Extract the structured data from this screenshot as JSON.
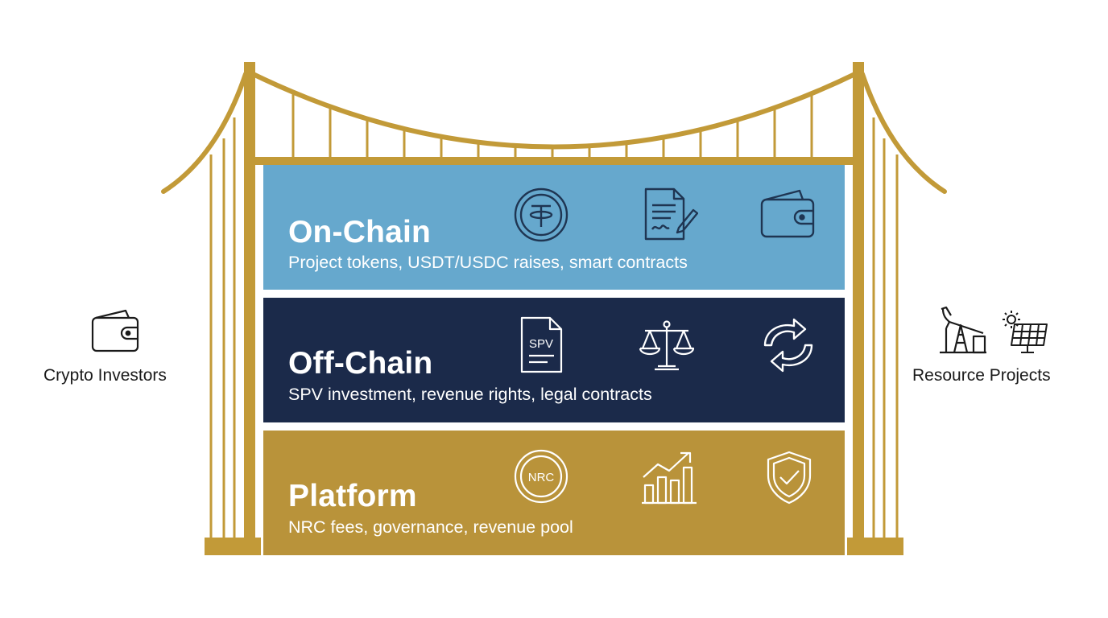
{
  "colors": {
    "gold": "#C29A38",
    "on_chain_bg": "#66A8CD",
    "off_chain_bg": "#1B2A4A",
    "platform_bg": "#B9933A",
    "on_chain_icon": "#1F3552",
    "line_white": "#FFFFFF",
    "side_icon": "#1A1A1A"
  },
  "left_party": {
    "label": "Crypto Investors",
    "icon": "wallet-icon"
  },
  "right_party": {
    "label": "Resource Projects",
    "icons": [
      "oil-pump-icon",
      "solar-panel-icon"
    ]
  },
  "layers": [
    {
      "title": "On-Chain",
      "description": "Project tokens, USDT/USDC raises, smart contracts",
      "icons": [
        "tether-coin-icon",
        "signed-contract-icon",
        "wallet-icon"
      ]
    },
    {
      "title": "Off-Chain",
      "description": "SPV investment, revenue rights, legal contracts",
      "icons": [
        "spv-document-icon",
        "scales-of-justice-icon",
        "exchange-arrows-icon"
      ],
      "spv_label": "SPV"
    },
    {
      "title": "Platform",
      "description": "NRC fees, governance, revenue pool",
      "icons": [
        "nrc-token-icon",
        "growth-chart-icon",
        "shield-check-icon"
      ],
      "nrc_label": "NRC"
    }
  ]
}
